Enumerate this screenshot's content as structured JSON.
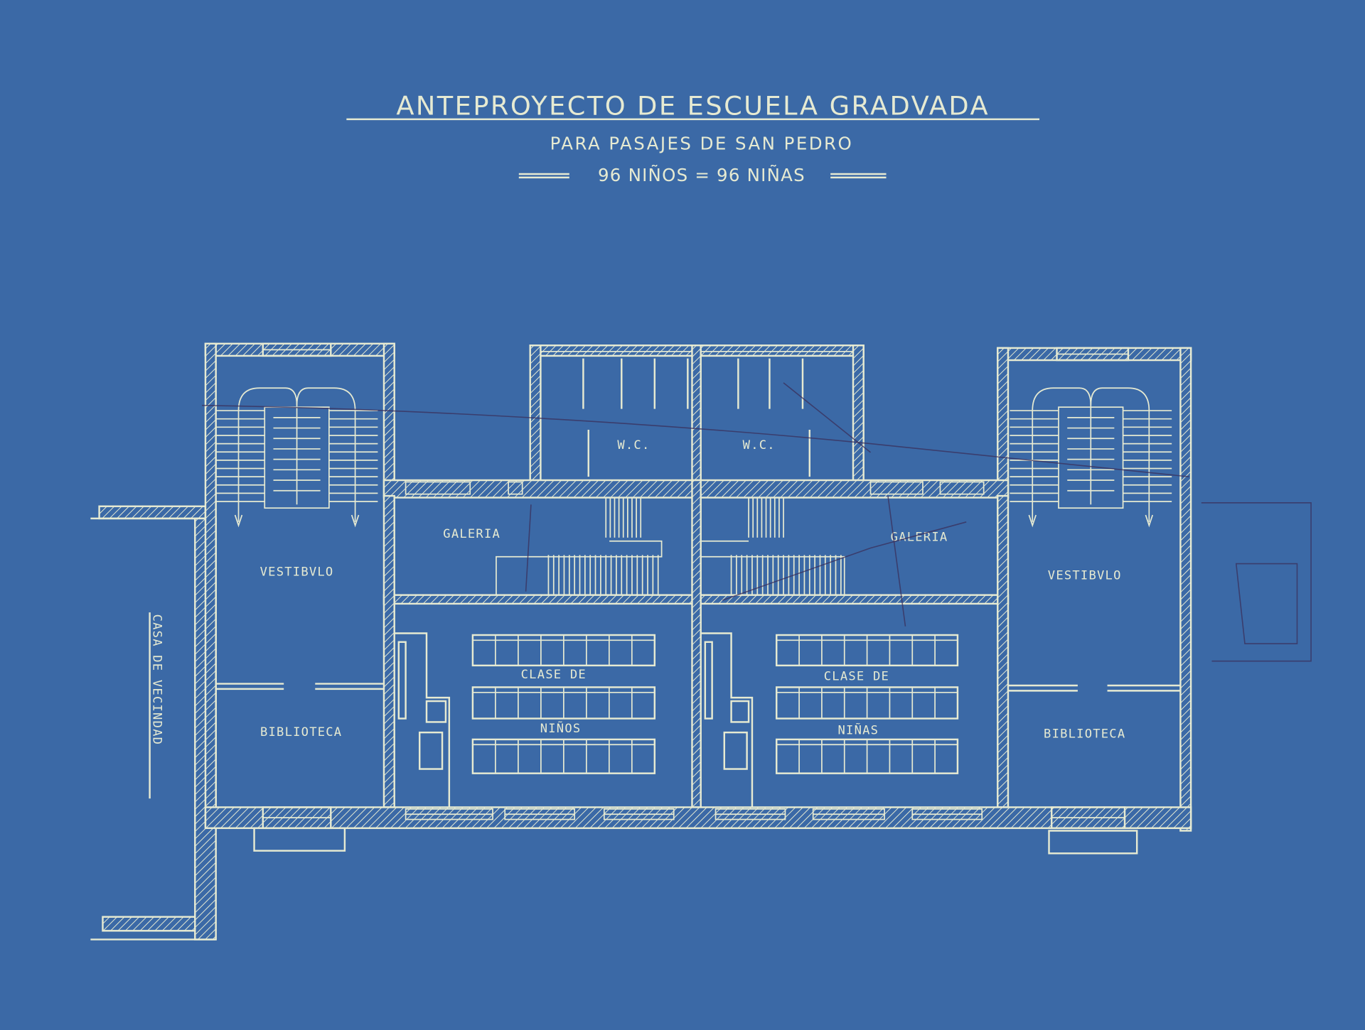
{
  "title": {
    "main": "ANTEPROYECTO DE ESCUELA GRADVADA",
    "subtitle": "PARA PASAJES DE SAN PEDRO",
    "capacity": "96 NIÑOS = 96 NIÑAS"
  },
  "rooms": {
    "wc_left": "W.C.",
    "wc_right": "W.C.",
    "galeria_left": "GALERIA",
    "galeria_right": "GALERIA",
    "vestibulo_left": "VESTIBVLO",
    "vestibulo_right": "VESTIBVLO",
    "biblioteca_left": "BIBLIOTECA",
    "biblioteca_right": "BIBLIOTECA",
    "clase_ninos_line1": "CLASE DE",
    "clase_ninos_line2": "NIÑOS",
    "clase_ninas_line1": "CLASE DE",
    "clase_ninas_line2": "NIÑAS"
  },
  "adjacent": {
    "neighbor": "CASA DE VECINDAD"
  },
  "colors": {
    "paper": "#3b69a6",
    "ink": "#e6ead2"
  }
}
